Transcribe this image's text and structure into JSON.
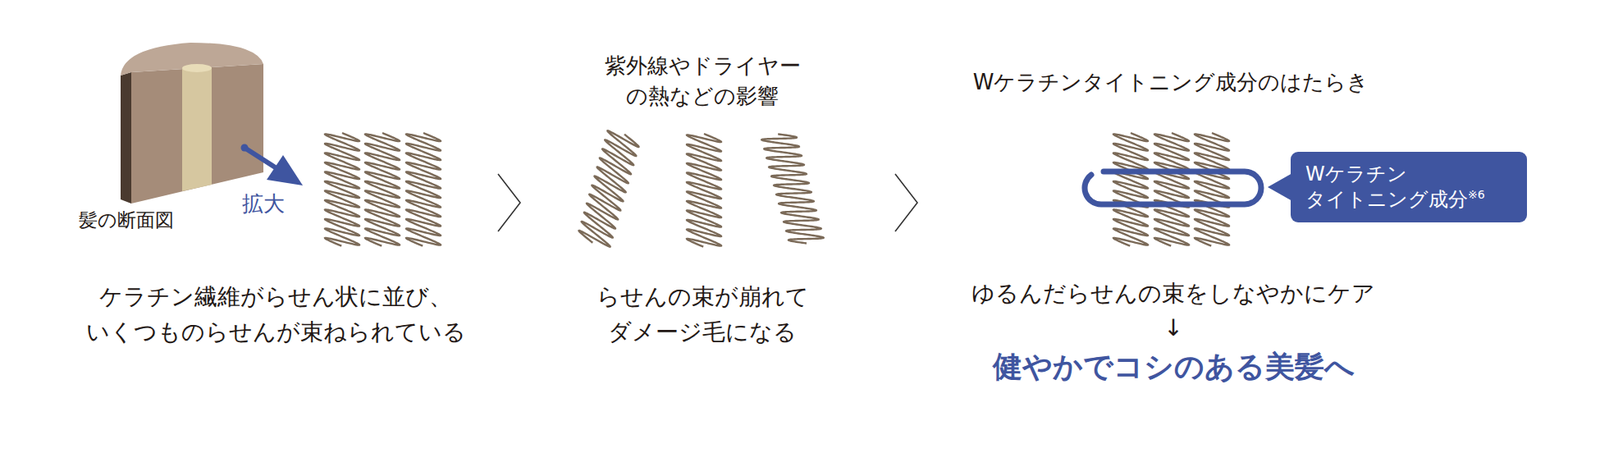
{
  "diagram": {
    "nodes": [
      {
        "text": [
          "Wケラチン タイトニング成分",
          "※6"
        ]
      }
    ],
    "labels": [
      "髪の断面図",
      "拡大",
      "ケラチン繊維がらせん状に並び、 いくつものらせんが束ねられている",
      "紫外線やドライヤー の熱などの影響",
      "らせんの束が崩れて ダメージ毛になる",
      "Wケラチンタイトニング成分のはたらき",
      "ゆるんだらせんの束をしなやかにケア",
      "↓",
      "健やかでコシのある美髪へ"
    ]
  }
}
